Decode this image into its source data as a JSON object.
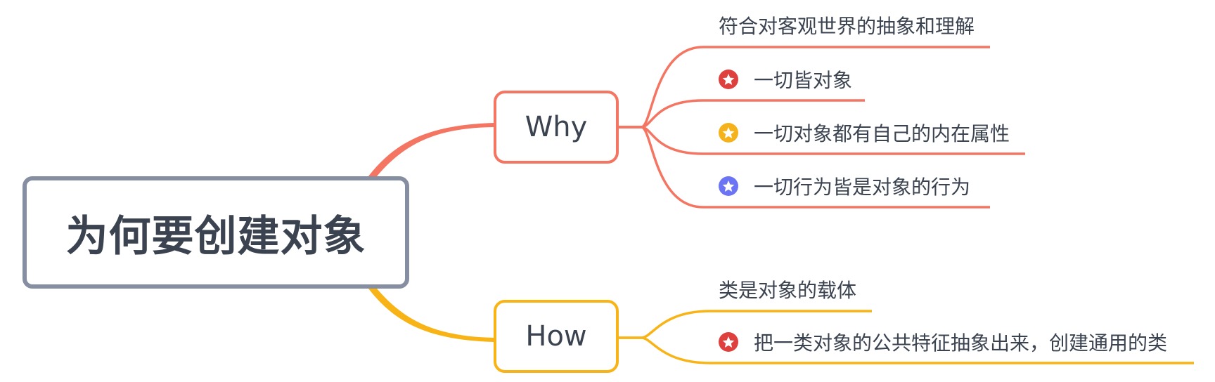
{
  "root": {
    "label": "为何要创建对象"
  },
  "branches": [
    {
      "label": "Why",
      "color": "#f47562",
      "items": [
        {
          "text": "符合对客观世界的抽象和理解",
          "marker": null
        },
        {
          "text": "一切皆对象",
          "marker": "star-red-icon",
          "marker_color": "#e0403d"
        },
        {
          "text": "一切对象都有自己的内在属性",
          "marker": "star-yellow-icon",
          "marker_color": "#f6b21a"
        },
        {
          "text": "一切行为皆是对象的行为",
          "marker": "star-blue-icon",
          "marker_color": "#6b74f5"
        }
      ]
    },
    {
      "label": "How",
      "color": "#f8b416",
      "items": [
        {
          "text": "类是对象的载体",
          "marker": null
        },
        {
          "text": "把一类对象的公共特征抽象出来，创建通用的类",
          "marker": "star-red-icon",
          "marker_color": "#e0403d"
        }
      ]
    }
  ]
}
